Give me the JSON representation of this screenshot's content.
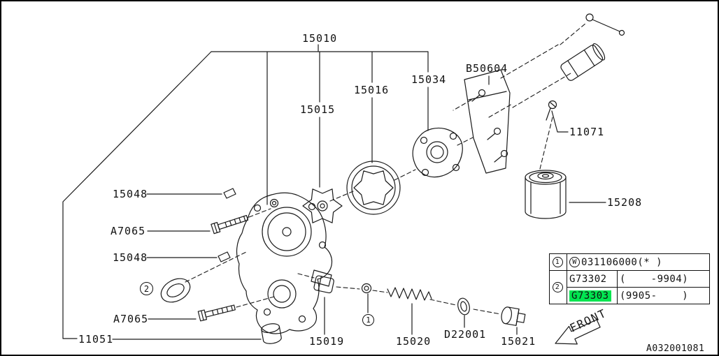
{
  "doc_number": "A032001081",
  "front_label": "FRONT",
  "highlight_color": "#00e550",
  "line_color": "#1a1a1a",
  "part_labels": {
    "15010": "15010",
    "15015": "15015",
    "15016": "15016",
    "15034": "15034",
    "B50604": "B50604",
    "11071": "11071",
    "15048": "15048",
    "A7065": "A7065",
    "11051": "11051",
    "15019": "15019",
    "15020": "15020",
    "D22001": "D22001",
    "15021": "15021",
    "15208": "15208"
  },
  "callouts": {
    "c1": "1",
    "c2": "2"
  },
  "legend": {
    "rows": [
      {
        "callout": "1",
        "code": "W",
        "part": "031106000",
        "range": "(* )"
      },
      {
        "callout": "2",
        "part": "G73302",
        "range": "(    -9904)"
      },
      {
        "part": "G73303",
        "range": "(9905-    )"
      }
    ]
  }
}
